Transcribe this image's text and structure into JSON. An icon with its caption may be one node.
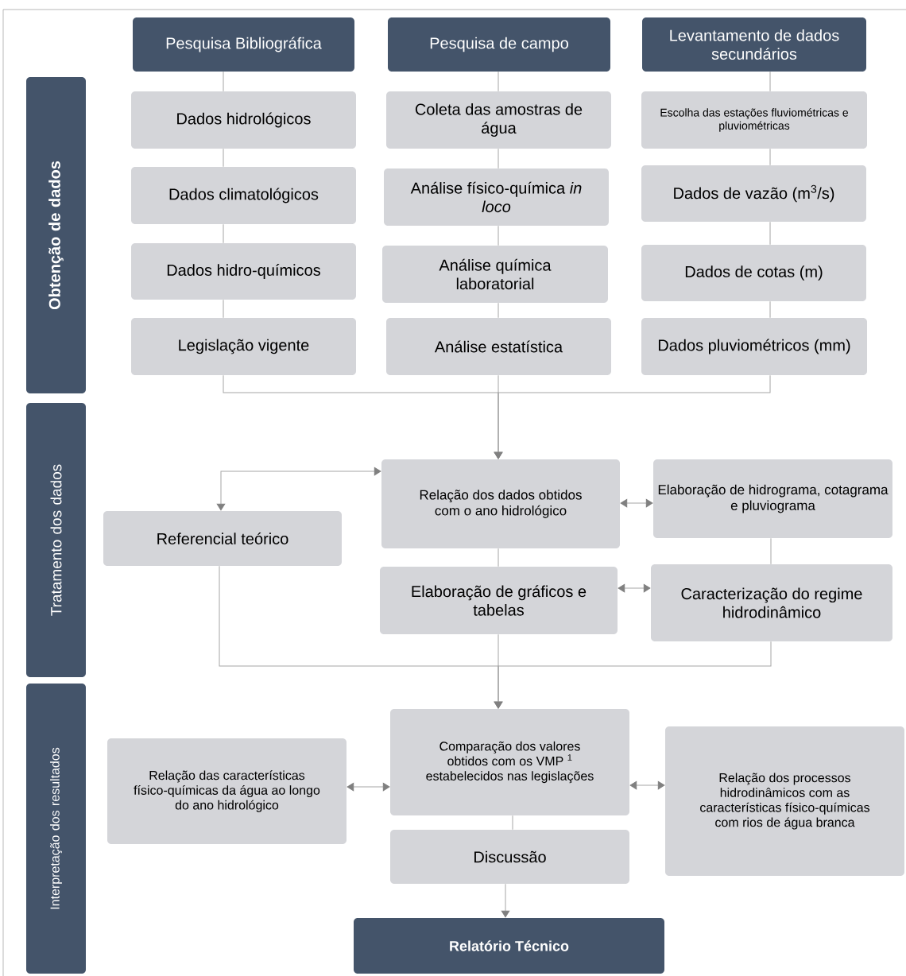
{
  "diagram": {
    "nodes": [
      {
        "text": [
          "Obtenção de dados"
        ]
      },
      {
        "text": [
          "Pesquisa Bibliográfica"
        ]
      },
      {
        "text": [
          "Pesquisa de campo"
        ]
      },
      {
        "text": [
          "Levantamento de dados secundários"
        ]
      },
      {
        "text": [
          "Dados hidrológicos"
        ]
      },
      {
        "text": [
          "Coleta das amostras de água"
        ]
      },
      {
        "text": [
          "Escolha das estações fluviométricas e pluviométricas"
        ]
      },
      {
        "text": [
          "Dados climatológicos"
        ]
      },
      {
        "text": [
          "Análise físico-química *in loco*"
        ]
      },
      {
        "text": [
          "Dados de vazão (m$^{3}$/s)"
        ]
      },
      {
        "text": [
          "Dados hidro-químicos"
        ]
      },
      {
        "text": [
          "Análise química laboratorial"
        ]
      },
      {
        "text": [
          "Dados de cotas (m)"
        ]
      },
      {
        "text": [
          "Legislação vigente"
        ]
      },
      {
        "text": [
          "Análise estatística"
        ]
      },
      {
        "text": [
          "Dados pluviométricos (mm)"
        ]
      },
      {
        "text": [
          "Tratamento dos dados"
        ]
      },
      {
        "text": [
          "Relação dos dados obtidos com o ano hidrológico"
        ]
      },
      {
        "text": [
          "Elaboração de hidrograma, cotagrama e pluviograma"
        ]
      },
      {
        "text": [
          "Referencial teórico"
        ]
      },
      {
        "text": [
          "Elaboração de gráficos e tabelas"
        ]
      },
      {
        "text": [
          "Caracterização do regime hidrodinâmico"
        ]
      },
      {
        "text": [
          "Interpretação dos resultados"
        ]
      },
      {
        "text": [
          "Relação das características físico-químicas da água ao longo do ano hidrológico"
        ]
      },
      {
        "text": [
          "Comparação dos valores obtidos com os VMP $^{1}$ estabelecidos nas legislações"
        ]
      },
      {
        "text": [
          "Relação dos processos hidrodinâmicos com as características físico-químicas com rios de água branca"
        ]
      },
      {
        "text": [
          "Discussão"
        ]
      },
      {
        "text": [
          "Relatório Técnico"
        ]
      }
    ],
    "edges": [
      {
        "from": 1,
        "to": 4,
        "arrow": "none"
      },
      {
        "from": 4,
        "to": 7,
        "arrow": "none"
      },
      {
        "from": 7,
        "to": 10,
        "arrow": "none"
      },
      {
        "from": 10,
        "to": 13,
        "arrow": "none"
      },
      {
        "from": 2,
        "to": 5,
        "arrow": "none"
      },
      {
        "from": 5,
        "to": 8,
        "arrow": "none"
      },
      {
        "from": 8,
        "to": 11,
        "arrow": "none"
      },
      {
        "from": 11,
        "to": 14,
        "arrow": "none"
      },
      {
        "from": 3,
        "to": 6,
        "arrow": "none"
      },
      {
        "from": 6,
        "to": 9,
        "arrow": "none"
      },
      {
        "from": 9,
        "to": 12,
        "arrow": "none"
      },
      {
        "from": 12,
        "to": 15,
        "arrow": "none"
      },
      {
        "from": 13,
        "to": 17,
        "arrow": "to"
      },
      {
        "from": 14,
        "to": 17,
        "arrow": "to"
      },
      {
        "from": 15,
        "to": 17,
        "arrow": "to"
      },
      {
        "from": 17,
        "to": 18,
        "arrow": "both"
      },
      {
        "from": 19,
        "to": 17,
        "arrow": "both"
      },
      {
        "from": 17,
        "to": 20,
        "arrow": "none"
      },
      {
        "from": 20,
        "to": 24,
        "arrow": "to"
      },
      {
        "from": 19,
        "to": 24,
        "arrow": "to"
      },
      {
        "from": 18,
        "to": 21,
        "arrow": "none"
      },
      {
        "from": 21,
        "to": 24,
        "arrow": "to"
      },
      {
        "from": 20,
        "to": 21,
        "arrow": "both"
      },
      {
        "from": 23,
        "to": 24,
        "arrow": "both"
      },
      {
        "from": 24,
        "to": 25,
        "arrow": "both"
      },
      {
        "from": 24,
        "to": 26,
        "arrow": "none"
      },
      {
        "from": 26,
        "to": 27,
        "arrow": "to"
      }
    ]
  }
}
